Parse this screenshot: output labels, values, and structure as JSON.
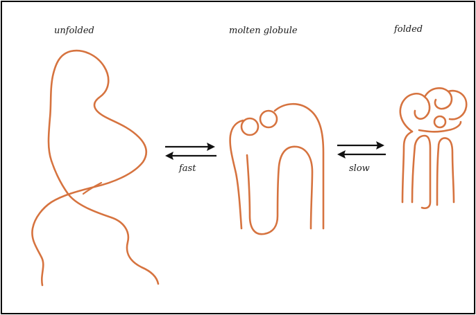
{
  "labels": {
    "unfolded": "unfolded",
    "molten_globule": "molten globule",
    "folded": "folded",
    "fast": "fast",
    "slow": "slow"
  },
  "colors": {
    "chain": "#d6733f",
    "arrow": "#111111",
    "border": "#000000",
    "background": "#ffffff"
  }
}
